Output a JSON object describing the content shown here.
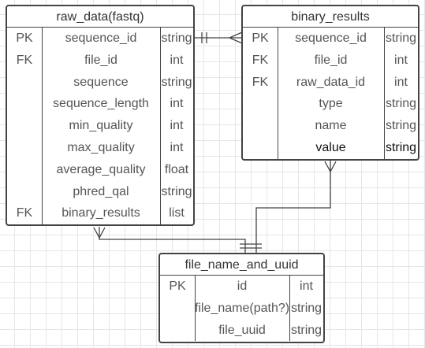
{
  "tables": {
    "raw_data": {
      "title": "raw_data(fastq)",
      "rows": [
        {
          "key": "PK",
          "name": "sequence_id",
          "type": "string"
        },
        {
          "key": "FK",
          "name": "file_id",
          "type": "int"
        },
        {
          "key": "",
          "name": "sequence",
          "type": "string"
        },
        {
          "key": "",
          "name": "sequence_length",
          "type": "int"
        },
        {
          "key": "",
          "name": "min_quality",
          "type": "int"
        },
        {
          "key": "",
          "name": "max_quality",
          "type": "int"
        },
        {
          "key": "",
          "name": "average_quality",
          "type": "float"
        },
        {
          "key": "",
          "name": "phred_qal",
          "type": "string"
        },
        {
          "key": "FK",
          "name": "binary_results",
          "type": "list"
        }
      ]
    },
    "binary_results": {
      "title": "binary_results",
      "rows": [
        {
          "key": "PK",
          "name": "sequence_id",
          "type": "string"
        },
        {
          "key": "FK",
          "name": "file_id",
          "type": "int"
        },
        {
          "key": "FK",
          "name": "raw_data_id",
          "type": "int"
        },
        {
          "key": "",
          "name": "type",
          "type": "string"
        },
        {
          "key": "",
          "name": "name",
          "type": "string"
        },
        {
          "key": "",
          "name": "value",
          "type": "string"
        }
      ]
    },
    "file_name_and_uuid": {
      "title": "file_name_and_uuid",
      "rows": [
        {
          "key": "PK",
          "name": "id",
          "type": "int"
        },
        {
          "key": "",
          "name": "file_name(path?)",
          "type": "string"
        },
        {
          "key": "",
          "name": "file_uuid",
          "type": "string"
        }
      ]
    }
  },
  "colors": {
    "border": "#444444",
    "text": "#555555",
    "grid": "#e6e6e6"
  }
}
